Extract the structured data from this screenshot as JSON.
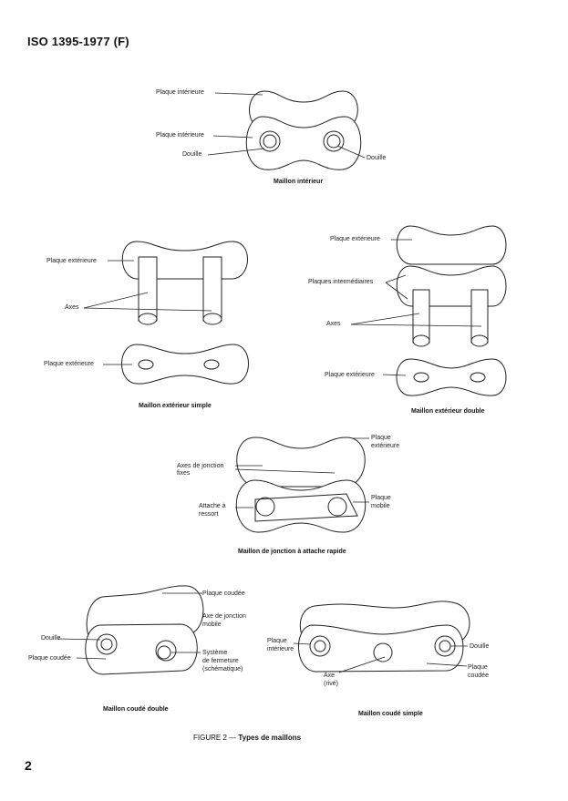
{
  "header": {
    "standard": "ISO 1395-1977 (F)"
  },
  "page_number": "2",
  "figure": {
    "number": "FIGURE 2 —",
    "title": "Types de maillons"
  },
  "panels": {
    "interior": {
      "caption": "Maillon intérieur",
      "labels": [
        "Plaque intérieure",
        "Plaque intérieure",
        "Douille",
        "Douille"
      ]
    },
    "exterior_simple": {
      "caption": "Maillon extérieur simple",
      "labels": [
        "Plaque extérieure",
        "Axes",
        "Plaque extérieure"
      ]
    },
    "exterior_double": {
      "caption": "Maillon extérieur double",
      "labels": [
        "Plaque extérieure",
        "Plaques intermédiaires",
        "Axes",
        "Plaque extérieure"
      ]
    },
    "junction": {
      "caption": "Maillon de jonction à attache rapide",
      "labels": [
        "Plaque",
        "extérieure",
        "Axes de jonction",
        "fixes",
        "Attache à",
        "ressort",
        "Plaque",
        "mobile"
      ]
    },
    "bent_double": {
      "caption": "Maillon coudé double",
      "labels": [
        "Plaque coudée",
        "Axe de jonction",
        "mobile",
        "Douille",
        "Plaque coudée",
        "Système",
        "de fermeture",
        "(schématique)"
      ]
    },
    "bent_simple": {
      "caption": "Maillon coudé simple",
      "labels": [
        "Plaque",
        "intérieure",
        "Douille",
        "Axe",
        "(rivé)",
        "Plaque",
        "coudée"
      ]
    }
  }
}
